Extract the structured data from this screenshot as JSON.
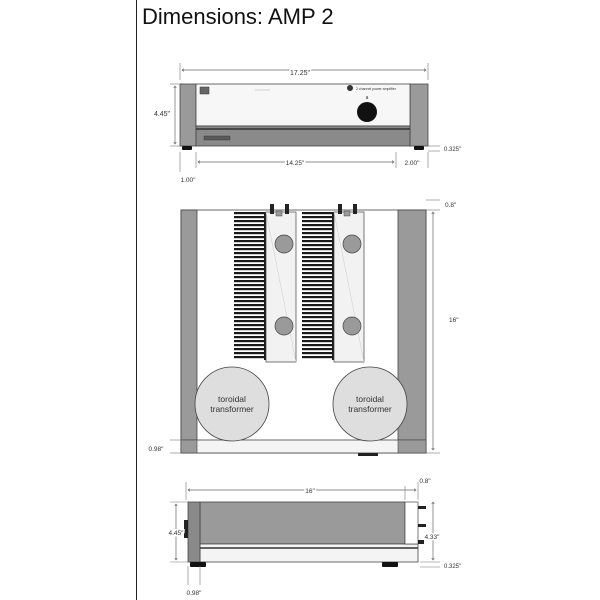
{
  "title": "Dimensions: AMP 2",
  "front_view": {
    "width_total": "17.25\"",
    "height": "4.45\"",
    "foot_height": "0.325\"",
    "inner_width": "14.25\"",
    "side_width": "2.00\"",
    "left_offset": "1.00\"",
    "knob_label": "a",
    "faceplate_text": "2 channel power amplifier"
  },
  "top_view": {
    "rear_offset": "0.8\"",
    "depth": "16\"",
    "front_offset": "0.98\"",
    "transformer_left_line1": "toroidal",
    "transformer_left_line2": "transformer",
    "transformer_right_line1": "toroidal",
    "transformer_right_line2": "transformer"
  },
  "side_view": {
    "depth": "16\"",
    "rear_offset": "0.8\"",
    "height": "4.45\"",
    "inner_height": "4.33\"",
    "foot_height": "0.325\"",
    "front_offset": "0.98\""
  },
  "colors": {
    "chassis_gray": "#9a9a9a",
    "dark_gray": "#6e6e6e",
    "panel_light": "#f4f4f4",
    "heatsink": "#1a1a1a",
    "line": "#444444"
  }
}
